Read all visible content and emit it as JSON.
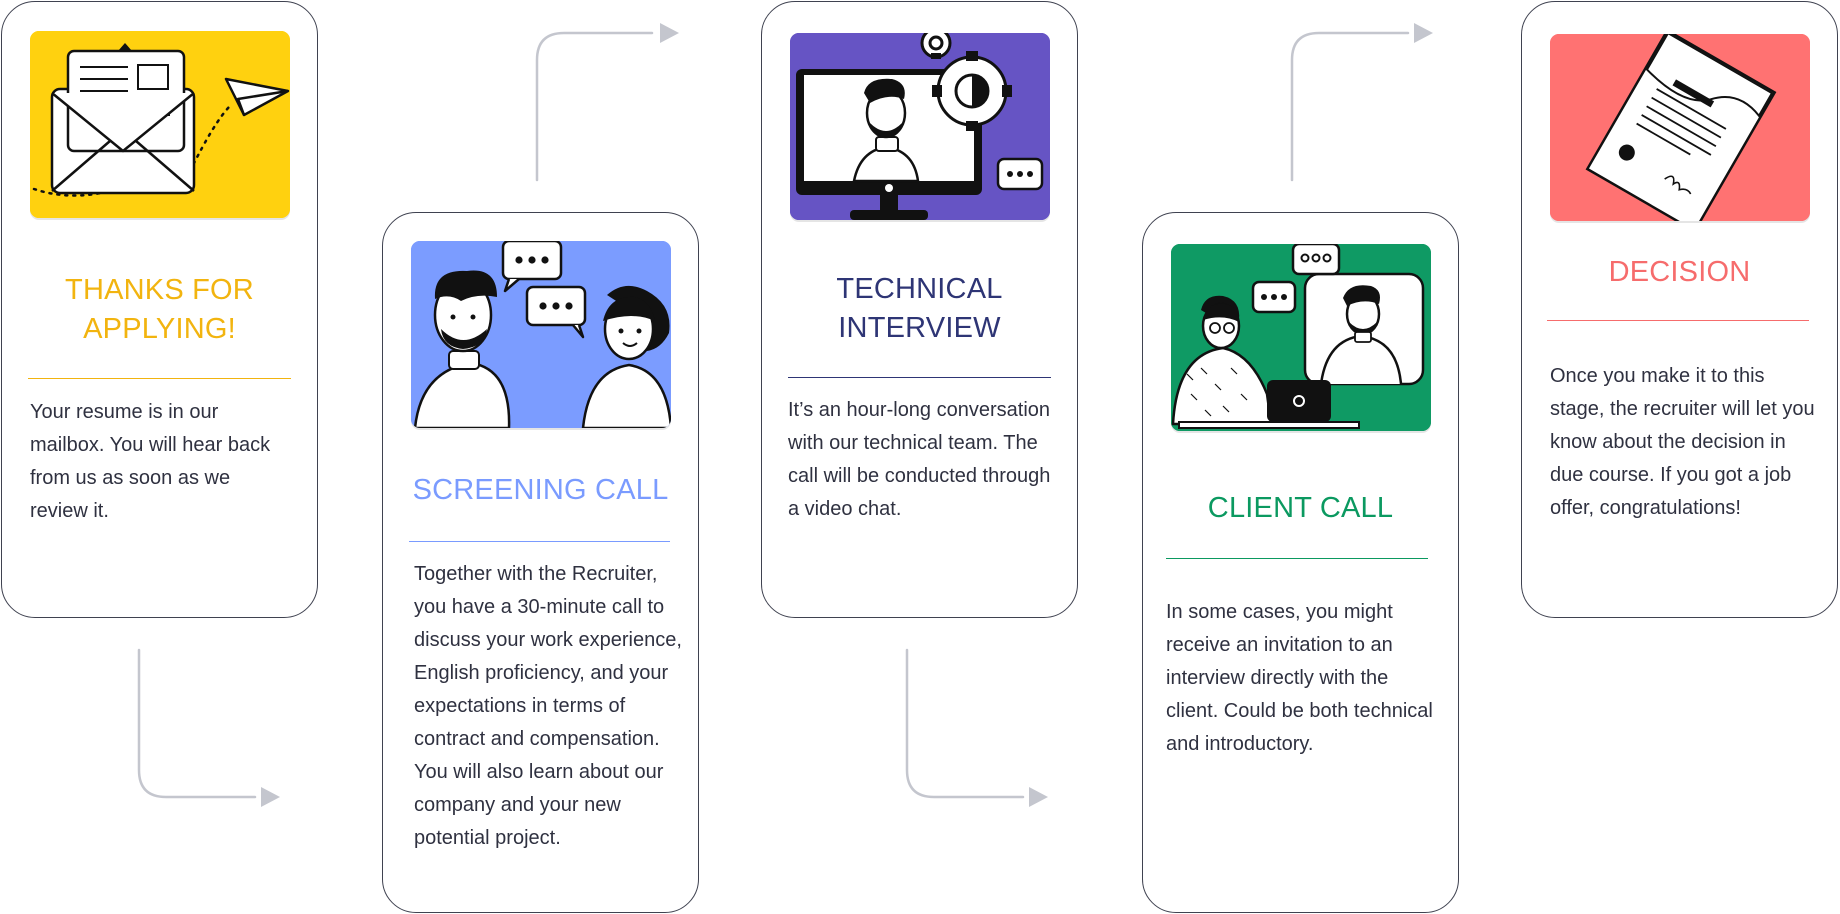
{
  "colors": {
    "border": "#3f4250",
    "connector": "#c4c6ce",
    "body_text": "#2f3140"
  },
  "steps": [
    {
      "title": "THANKS FOR\nAPPLYING!",
      "color": "#f2b40f",
      "image_bg": "#ffd10f",
      "illustration": "envelope-paper-plane-icon",
      "body": "Your resume is in our mailbox. You will hear back from us as soon as we review it."
    },
    {
      "title": "SCREENING CALL",
      "color": "#7a9bff",
      "image_bg": "#7b9cff",
      "illustration": "two-people-chatting-icon",
      "body": "Together with the Recruiter, you have a 30-minute call to discuss your work experience, English proficiency, and your expectations in terms of contract and compensation. You will also learn about our company and your new potential project."
    },
    {
      "title": "TECHNICAL\nINTERVIEW",
      "color": "#2e3575",
      "image_bg": "#6654c4",
      "illustration": "video-call-gears-icon",
      "body": "It’s an hour-long conversation with our technical team. The call will be conducted through a video chat."
    },
    {
      "title": "CLIENT CALL",
      "color": "#0b9960",
      "image_bg": "#0f9a64",
      "illustration": "laptop-video-meeting-icon",
      "body": "In some cases, you might receive an invitation to an interview directly with the client. Could be both technical and introductory."
    },
    {
      "title": "DECISION",
      "color": "#f66c6c",
      "image_bg": "#ff7272",
      "illustration": "signed-document-icon",
      "body": "Once you make it to this stage, the recruiter will let you know about the decision in due course. If you got a job offer, congratulations!"
    }
  ]
}
